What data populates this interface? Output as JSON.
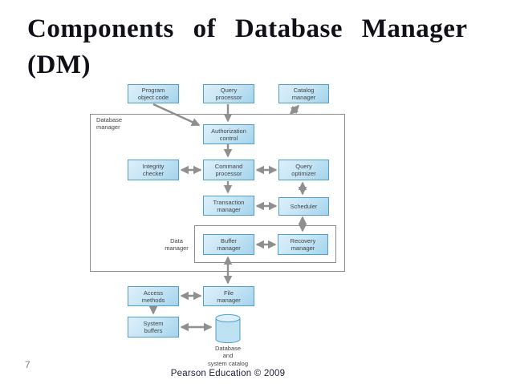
{
  "slide": {
    "title_line1": "Components of Database Manager",
    "title_line2": "(DM)",
    "page_number": "7",
    "footer": "Pearson Education © 2009"
  },
  "diagram": {
    "outer_label": "Database\nmanager",
    "inner_label": "Data\nmanager",
    "boxes": {
      "program_object_code": "Program\nobject code",
      "query_processor": "Query\nprocessor",
      "catalog_manager": "Catalog\nmanager",
      "authorization_control": "Authorization\ncontrol",
      "integrity_checker": "Integrity\nchecker",
      "command_processor": "Command\nprocessor",
      "query_optimizer": "Query\noptimizer",
      "transaction_manager": "Transaction\nmanager",
      "scheduler": "Scheduler",
      "buffer_manager": "Buffer\nmanager",
      "recovery_manager": "Recovery\nmanager",
      "access_methods": "Access\nmethods",
      "file_manager": "File\nmanager",
      "system_buffers": "System\nbuffers"
    },
    "database_label": "Database\nand\nsystem catalog",
    "colors": {
      "title_color": "#101018",
      "footer_color": "#20203c",
      "page_number_color": "#7d7d7d",
      "label_color": "#3f4347",
      "box_fill_light": "#ddf0fa",
      "box_fill_mid": "#c2e3f4",
      "box_fill_dark": "#a4d3ec",
      "box_border": "#4f9fca",
      "container_border": "#8c8c8c",
      "arrow": "#8f8f8f",
      "cylinder_fill": "#bfe2f3",
      "cylinder_top_fill": "#def0fa"
    }
  }
}
